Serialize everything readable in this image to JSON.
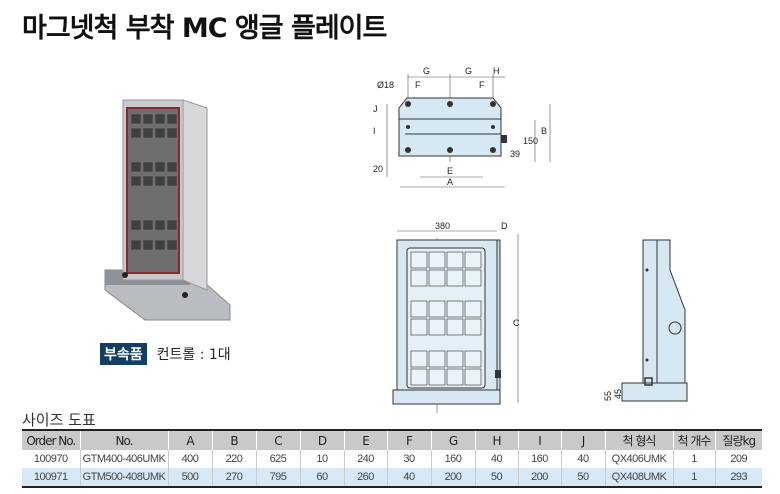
{
  "title": "마그넷척 부착 MC 앵글 플레이트",
  "accessory": {
    "badge": "부속품",
    "text": "컨트롤 : 1대"
  },
  "drawing_labels": {
    "dia": "Ø18",
    "G": "G",
    "H": "H",
    "F": "F",
    "J": "J",
    "I": "I",
    "B": "B",
    "h150": "150",
    "h39": "39",
    "h20": "20",
    "E": "E",
    "A": "A",
    "w380": "380",
    "D": "D",
    "C": "C",
    "h55": "55",
    "h45": "45"
  },
  "table": {
    "caption": "사이즈 도표",
    "headers": [
      "Order No.",
      "No.",
      "A",
      "B",
      "C",
      "D",
      "E",
      "F",
      "G",
      "H",
      "I",
      "J",
      "척 형식",
      "척 개수",
      "질량kg"
    ],
    "rows": [
      [
        "100970",
        "GTM400-406UMK",
        "400",
        "220",
        "625",
        "10",
        "240",
        "30",
        "160",
        "40",
        "160",
        "40",
        "QX406UMK",
        "1",
        "209"
      ],
      [
        "100971",
        "GTM500-408UMK",
        "500",
        "270",
        "795",
        "60",
        "260",
        "40",
        "200",
        "50",
        "200",
        "50",
        "QX408UMK",
        "1",
        "293"
      ]
    ]
  }
}
